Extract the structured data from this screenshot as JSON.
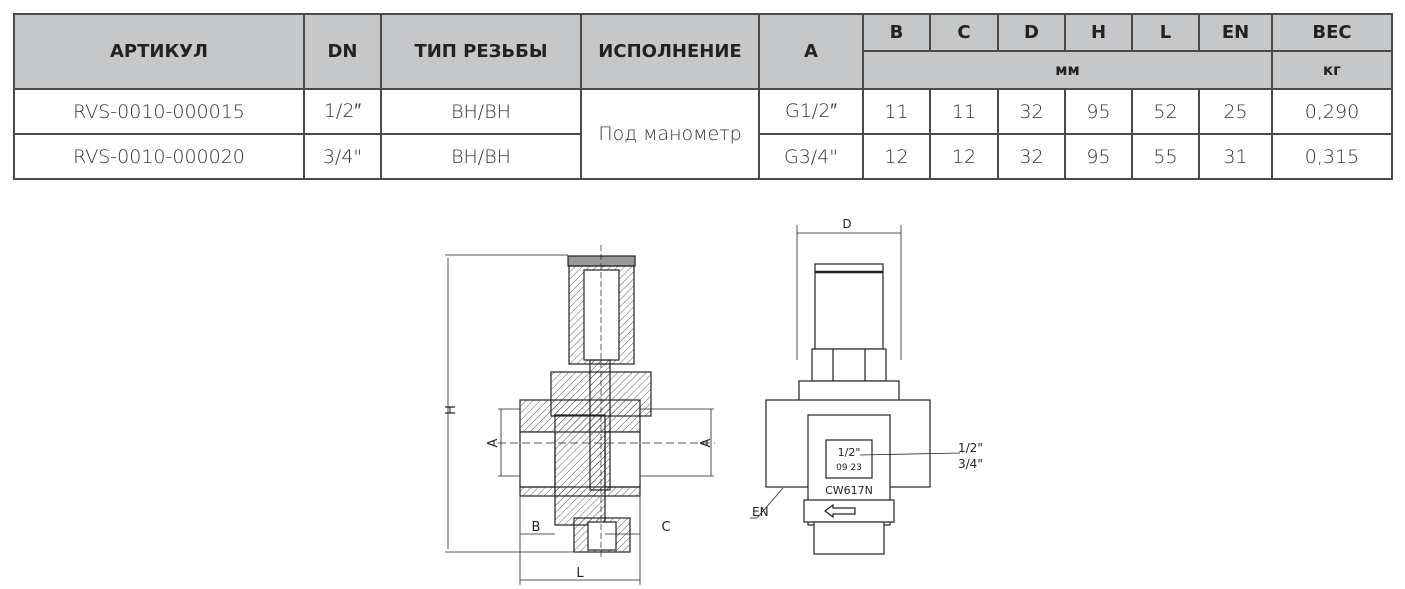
{
  "table": {
    "headers": {
      "article": "АРТИКУЛ",
      "dn": "DN",
      "thread_type": "ТИП РЕЗЬБЫ",
      "version": "ИСПОЛНЕНИЕ",
      "a": "A",
      "b": "B",
      "c": "C",
      "d": "D",
      "h": "H",
      "l": "L",
      "en": "EN",
      "weight": "ВЕС",
      "unit_mm": "мм",
      "unit_kg": "кг"
    },
    "version_value": "Под манометр",
    "rows": [
      {
        "article": "RVS-0010-000015",
        "dn": "1/2″",
        "thread": "ВН/ВН",
        "a": "G1/2″",
        "b": "11",
        "c": "11",
        "d": "32",
        "h": "95",
        "l": "52",
        "en": "25",
        "weight": "0,290"
      },
      {
        "article": "RVS-0010-000020",
        "dn": "3/4\"",
        "thread": "ВН/ВН",
        "a": "G3/4\"",
        "b": "12",
        "c": "12",
        "d": "32",
        "h": "95",
        "l": "55",
        "en": "31",
        "weight": "0,315"
      }
    ]
  },
  "drawing": {
    "dim_h": "H",
    "dim_a": "A",
    "dim_b": "B",
    "dim_c": "C",
    "dim_l": "L",
    "dim_d": "D",
    "dim_en": "EN",
    "body_mark_size": "1/2\"",
    "body_mark_date": "09 23",
    "body_material": "CW617N",
    "callout_size_1": "1/2\"",
    "callout_size_2": "3/4\""
  }
}
